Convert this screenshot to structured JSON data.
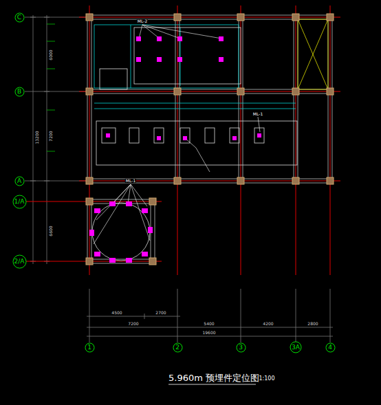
{
  "diagram": {
    "title": "5.960m 预埋件定位图",
    "nodes": [
      {
        "text": [
          "C"
        ]
      },
      {
        "text": [
          "B"
        ]
      },
      {
        "text": [
          "A"
        ]
      },
      {
        "text": [
          "1/A"
        ]
      },
      {
        "text": [
          "2/A"
        ]
      },
      {
        "text": [
          "1"
        ]
      },
      {
        "text": [
          "2"
        ]
      },
      {
        "text": [
          "3"
        ]
      },
      {
        "text": [
          "3A"
        ]
      },
      {
        "text": [
          "4"
        ]
      }
    ],
    "labels": [
      "ML-2",
      "ML-1",
      "ML-1",
      "4500",
      "2700",
      "7200",
      "5400",
      "4200",
      "2800",
      "19600",
      "6000",
      "7200",
      "13200",
      "6600",
      "1:100"
    ]
  }
}
